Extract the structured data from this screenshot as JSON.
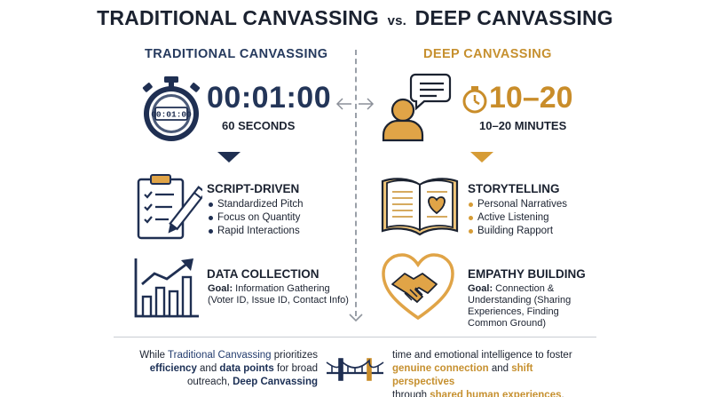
{
  "title": {
    "left": "TRADITIONAL CANVASSING",
    "vs": "vs.",
    "amp": "&",
    "right": "DEEP CANVASSING"
  },
  "traditional": {
    "heading": "TRADITIONAL CANVASSING",
    "stopwatch_display": "00:01:00",
    "time": "00:01:00",
    "time_sub": "60 SECONDS",
    "script": {
      "title": "SCRIPT-DRIVEN",
      "bullets": [
        "Standardized Pitch",
        "Focus on Quantity",
        "Rapid Interactions"
      ]
    },
    "data": {
      "title": "DATA COLLECTION",
      "goal_label": "Goal:",
      "goal_line1": " Information Gathering",
      "goal_line2": "(Voter ID, Issue ID, Contact Info)"
    }
  },
  "deep": {
    "heading": "DEEP CANVASSING",
    "time": "10–20",
    "time_sub": "10–20 MINUTES",
    "story": {
      "title": "STORYTELLING",
      "bullets": [
        "Personal Narratives",
        "Active Listening",
        "Building Rapport"
      ]
    },
    "empathy": {
      "title": "EMPATHY BUILDING",
      "goal_label": "Goal:",
      "goal_line1": " Connection &",
      "goal_line2": "Understanding (Sharing",
      "goal_line3": "Experiences, Finding",
      "goal_line4": "Common Ground)"
    }
  },
  "footer": {
    "l1a": "While ",
    "l1b": "Traditional Canvassing",
    "l1c": " prioritizes",
    "l2a": "efficiency",
    "l2b": " and ",
    "l2c": "data points",
    "l2d": " for broad",
    "l3a": "outreach, ",
    "l3b": "Deep Canvassing",
    "r1": "time and emotional intelligence to foster",
    "r2a": "genuine connection",
    "r2b": " and ",
    "r2c": "shift perspectives",
    "r3a": "through ",
    "r3b": "shared human experiences",
    "r3c": "."
  },
  "colors": {
    "navy": "#1f2f52",
    "gold": "#d69c36",
    "text": "#1b2230"
  },
  "icons": [
    "stopwatch-icon",
    "swap-arrows-icon",
    "person-speech-icon",
    "timer-icon",
    "clipboard-pencil-icon",
    "open-book-heart-icon",
    "growth-chart-icon",
    "handshake-heart-icon",
    "bridge-icon",
    "down-arrow-icon"
  ]
}
